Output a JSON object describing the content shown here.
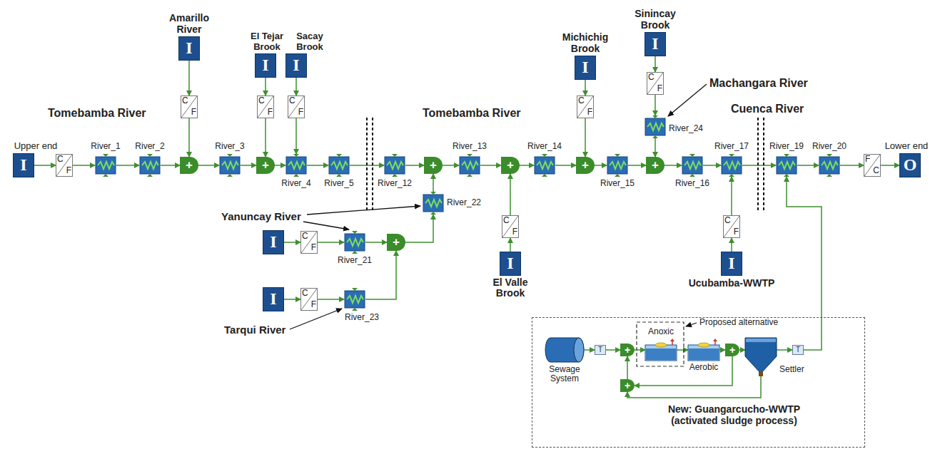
{
  "diagram": {
    "nodes": [
      {
        "text": [
          "Upper end",
          "I"
        ]
      },
      {
        "text": [
          "C",
          "F"
        ]
      },
      {
        "text": [
          "River_1"
        ]
      },
      {
        "text": [
          "River_2"
        ]
      },
      {
        "text": [
          "+"
        ]
      },
      {
        "text": [
          "Amarillo River",
          "I"
        ]
      },
      {
        "text": [
          "C",
          "F"
        ]
      },
      {
        "text": [
          "River_3"
        ]
      },
      {
        "text": [
          "+"
        ]
      },
      {
        "text": [
          "El Tejar Brook",
          "I"
        ]
      },
      {
        "text": [
          "C",
          "F"
        ]
      },
      {
        "text": [
          "River_4"
        ]
      },
      {
        "text": [
          "Sacay Brook",
          "I"
        ]
      },
      {
        "text": [
          "C",
          "F"
        ]
      },
      {
        "text": [
          "River_5"
        ]
      },
      {
        "text": [
          "River_12"
        ]
      },
      {
        "text": [
          "+"
        ]
      },
      {
        "text": [
          "River_22"
        ]
      },
      {
        "text": [
          "I"
        ]
      },
      {
        "text": [
          "C",
          "F"
        ]
      },
      {
        "text": [
          "River_21"
        ]
      },
      {
        "text": [
          "+"
        ]
      },
      {
        "text": [
          "I"
        ]
      },
      {
        "text": [
          "C",
          "F"
        ]
      },
      {
        "text": [
          "River_23"
        ]
      },
      {
        "text": [
          "River_13"
        ]
      },
      {
        "text": [
          "+"
        ]
      },
      {
        "text": [
          "C",
          "F"
        ]
      },
      {
        "text": [
          "I",
          "El Valle Brook"
        ]
      },
      {
        "text": [
          "River_14"
        ]
      },
      {
        "text": [
          "+"
        ]
      },
      {
        "text": [
          "Michichig Brook",
          "I"
        ]
      },
      {
        "text": [
          "C",
          "F"
        ]
      },
      {
        "text": [
          "River_15"
        ]
      },
      {
        "text": [
          "+"
        ]
      },
      {
        "text": [
          "Sinincay Brook",
          "I"
        ]
      },
      {
        "text": [
          "C",
          "F"
        ]
      },
      {
        "text": [
          "River_24"
        ]
      },
      {
        "text": [
          "River_16"
        ]
      },
      {
        "text": [
          "River_17"
        ]
      },
      {
        "text": [
          "C",
          "F"
        ]
      },
      {
        "text": [
          "I",
          "Ucubamba-WWTP"
        ]
      },
      {
        "text": [
          "River_19"
        ]
      },
      {
        "text": [
          "River_20"
        ]
      },
      {
        "text": [
          "F",
          "C"
        ]
      },
      {
        "text": [
          "Lower end",
          "O"
        ]
      },
      {
        "text": [
          "New: Guangarcucho-WWTP (activated sludge process)"
        ]
      },
      {
        "text": [
          "Sewage System"
        ],
        "in": 46
      },
      {
        "text": [
          "T"
        ],
        "in": 46
      },
      {
        "text": [
          "+"
        ],
        "in": 46
      },
      {
        "text": [
          "Anoxic"
        ],
        "in": 46
      },
      {
        "text": [
          "Aerobic"
        ],
        "in": 46
      },
      {
        "text": [
          "+"
        ],
        "in": 46
      },
      {
        "text": [
          "Settler"
        ],
        "in": 46
      },
      {
        "text": [
          "T"
        ],
        "in": 46
      },
      {
        "text": [
          "+"
        ],
        "in": 46
      }
    ],
    "edges": [
      {
        "from": 0,
        "to": 1,
        "arrow": "to"
      },
      {
        "from": 1,
        "to": 2,
        "arrow": "to"
      },
      {
        "from": 2,
        "to": 3,
        "arrow": "to"
      },
      {
        "from": 3,
        "to": 4,
        "arrow": "to"
      },
      {
        "from": 4,
        "to": 7,
        "arrow": "to"
      },
      {
        "from": 5,
        "to": 6,
        "arrow": "to"
      },
      {
        "from": 6,
        "to": 4,
        "arrow": "to"
      },
      {
        "from": 7,
        "to": 8,
        "arrow": "to"
      },
      {
        "from": 8,
        "to": 11,
        "arrow": "to"
      },
      {
        "from": 9,
        "to": 10,
        "arrow": "to"
      },
      {
        "from": 10,
        "to": 8,
        "arrow": "to"
      },
      {
        "from": 12,
        "to": 13,
        "arrow": "to"
      },
      {
        "from": 13,
        "to": 11,
        "arrow": "to"
      },
      {
        "from": 11,
        "to": 14,
        "arrow": "to"
      },
      {
        "from": 14,
        "to": 15,
        "arrow": "to"
      },
      {
        "from": 15,
        "to": 16,
        "arrow": "to"
      },
      {
        "from": 16,
        "to": 25,
        "arrow": "to"
      },
      {
        "from": 17,
        "to": 16,
        "arrow": "to"
      },
      {
        "from": 18,
        "to": 19,
        "arrow": "to"
      },
      {
        "from": 19,
        "to": 20,
        "arrow": "to"
      },
      {
        "from": 20,
        "to": 21,
        "arrow": "to"
      },
      {
        "from": 21,
        "to": 17,
        "arrow": "to"
      },
      {
        "from": 22,
        "to": 23,
        "arrow": "to"
      },
      {
        "from": 23,
        "to": 24,
        "arrow": "to"
      },
      {
        "from": 24,
        "to": 21,
        "arrow": "to"
      },
      {
        "from": 25,
        "to": 26,
        "arrow": "to"
      },
      {
        "from": 26,
        "to": 29,
        "arrow": "to"
      },
      {
        "from": 28,
        "to": 27,
        "arrow": "to"
      },
      {
        "from": 27,
        "to": 26,
        "arrow": "to"
      },
      {
        "from": 29,
        "to": 30,
        "arrow": "to"
      },
      {
        "from": 30,
        "to": 33,
        "arrow": "to"
      },
      {
        "from": 31,
        "to": 32,
        "arrow": "to"
      },
      {
        "from": 32,
        "to": 30,
        "arrow": "to"
      },
      {
        "from": 33,
        "to": 34,
        "arrow": "to"
      },
      {
        "from": 34,
        "to": 38,
        "arrow": "to"
      },
      {
        "from": 35,
        "to": 36,
        "arrow": "to"
      },
      {
        "from": 36,
        "to": 37,
        "arrow": "to"
      },
      {
        "from": 37,
        "to": 34,
        "arrow": "to"
      },
      {
        "from": 38,
        "to": 39,
        "arrow": "to"
      },
      {
        "from": 41,
        "to": 40,
        "arrow": "to"
      },
      {
        "from": 40,
        "to": 39,
        "arrow": "to"
      },
      {
        "from": 39,
        "to": 42,
        "arrow": "to"
      },
      {
        "from": 42,
        "to": 43,
        "arrow": "to"
      },
      {
        "from": 43,
        "to": 44,
        "arrow": "to"
      },
      {
        "from": 44,
        "to": 45,
        "arrow": "to"
      },
      {
        "from": 47,
        "to": 48,
        "arrow": "to"
      },
      {
        "from": 48,
        "to": 49,
        "arrow": "to"
      },
      {
        "from": 49,
        "to": 50,
        "arrow": "to"
      },
      {
        "from": 50,
        "to": 51,
        "arrow": "to"
      },
      {
        "from": 51,
        "to": 52,
        "arrow": "to"
      },
      {
        "from": 52,
        "to": 53,
        "arrow": "to"
      },
      {
        "from": 52,
        "to": 55,
        "arrow": "to"
      },
      {
        "from": 53,
        "to": 55,
        "arrow": "to"
      },
      {
        "from": 55,
        "to": 49,
        "arrow": "to"
      },
      {
        "from": 53,
        "to": 54,
        "arrow": "to"
      },
      {
        "from": 54,
        "to": 42,
        "arrow": "to"
      }
    ],
    "labels": [
      "Tomebamba River",
      "Yanuncay River",
      "Tarqui River",
      "Tomebamba River",
      "Machangara River",
      "Cuenca River",
      "Proposed alternative"
    ]
  }
}
